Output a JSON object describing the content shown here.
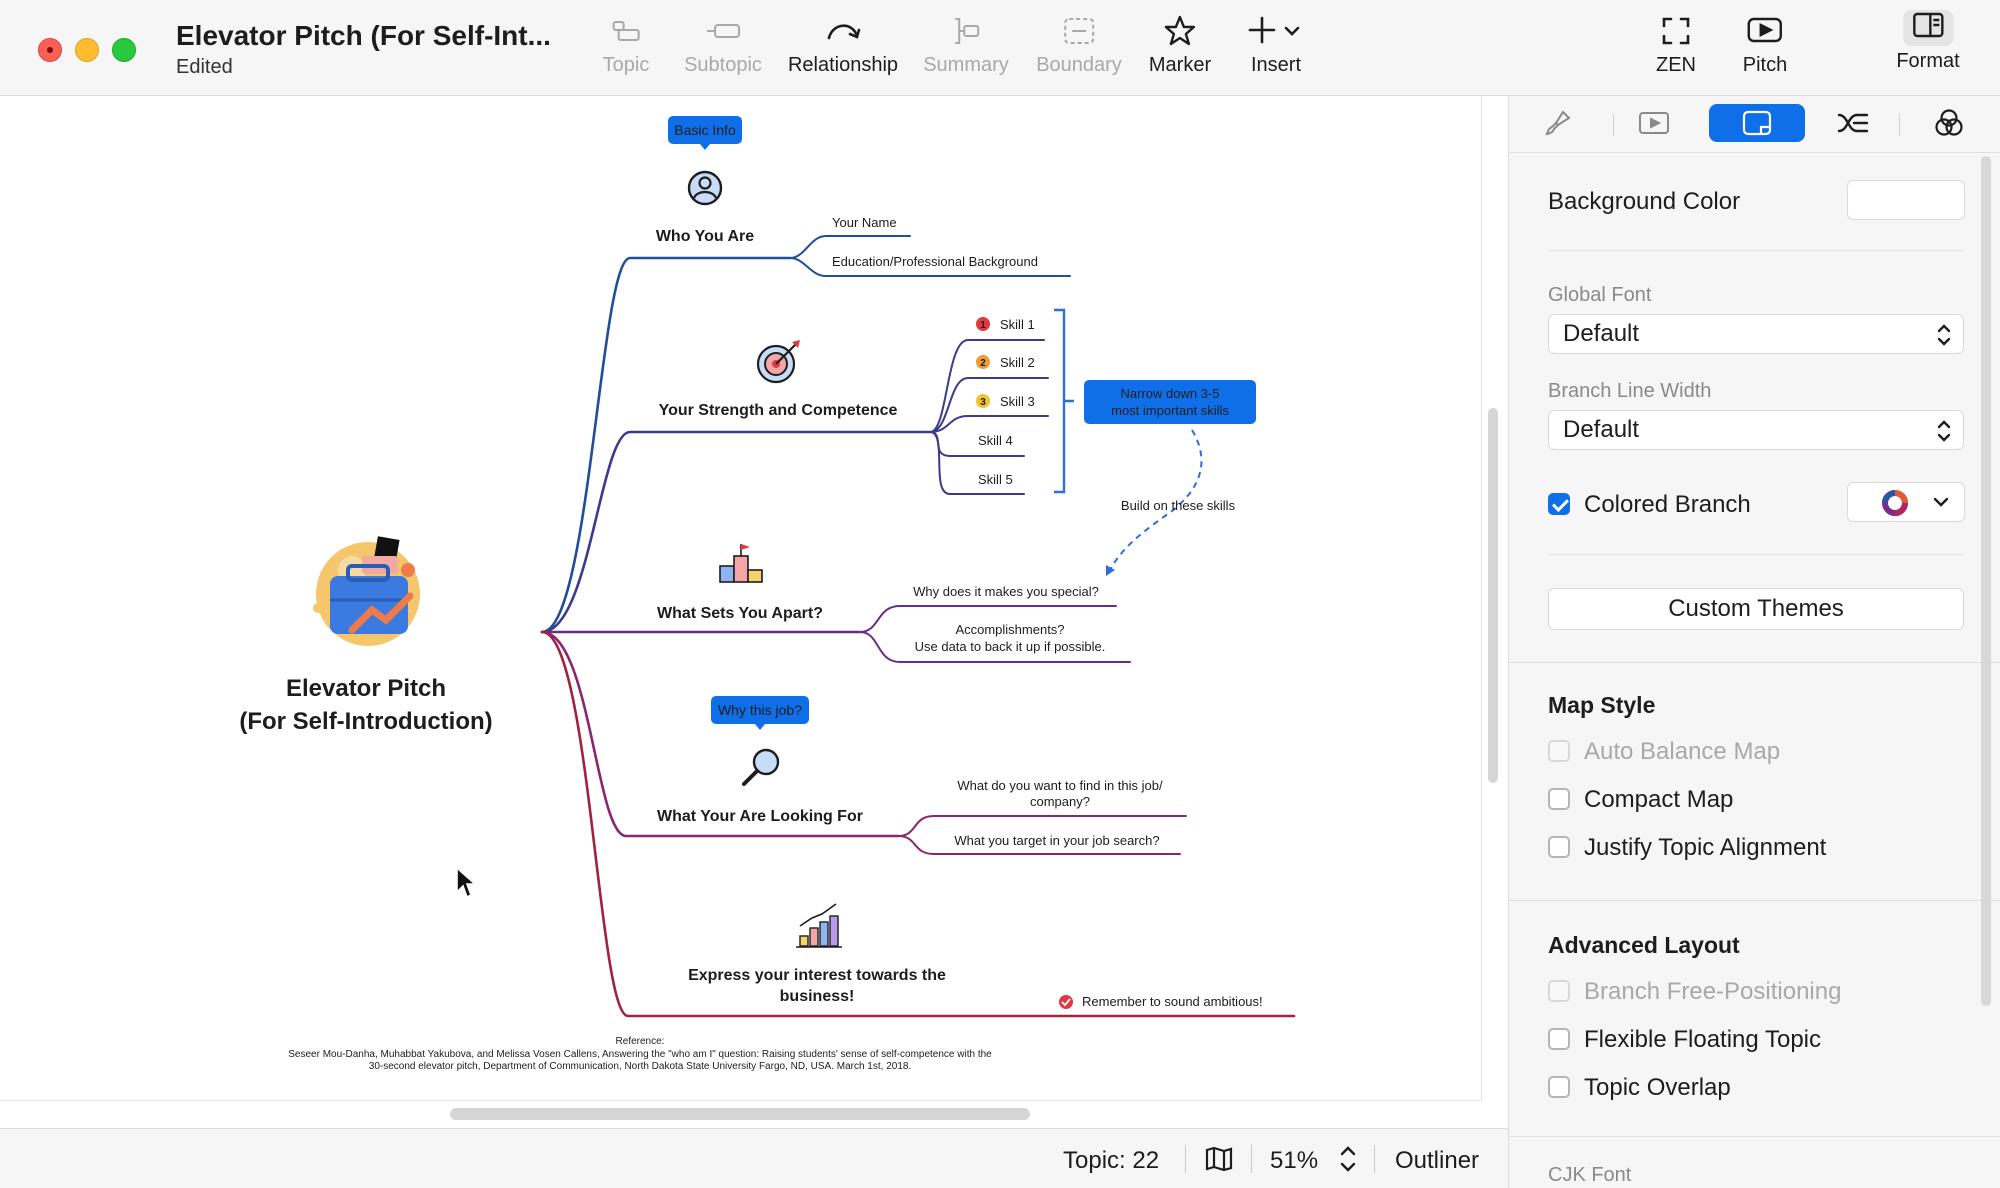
{
  "window": {
    "title": "Elevator Pitch (For Self-Int...",
    "status": "Edited"
  },
  "toolbar": {
    "topic": "Topic",
    "subtopic": "Subtopic",
    "relationship": "Relationship",
    "summary": "Summary",
    "boundary": "Boundary",
    "marker": "Marker",
    "insert": "Insert",
    "zen": "ZEN",
    "pitch": "Pitch",
    "format": "Format"
  },
  "map": {
    "central": {
      "line1": "Elevator Pitch",
      "line2": "(For Self-Introduction)"
    },
    "branches": {
      "who": {
        "label": "Who You Are",
        "callout": "Basic Info",
        "children": [
          "Your Name",
          "Education/Professional Background"
        ]
      },
      "strength": {
        "label": "Your Strength and Competence",
        "skills": [
          "Skill 1",
          "Skill 2",
          "Skill 3",
          "Skill 4",
          "Skill 5"
        ],
        "priorities": [
          "1",
          "2",
          "3"
        ],
        "summary": {
          "line1": "Narrow down 3-5",
          "line2": "most important skills"
        },
        "relationship": "Build on these skills"
      },
      "apart": {
        "label": "What Sets You Apart?",
        "children": [
          "Why does it makes you special?"
        ],
        "accomplish": {
          "line1": "Accomplishments?",
          "line2": "Use data to back it up if possible."
        }
      },
      "looking": {
        "label": "What Your Are Looking For",
        "callout": "Why this job?",
        "find": {
          "line1": "What do you want to find in this job/",
          "line2": "company?"
        },
        "target": "What you target in your job search?"
      },
      "express": {
        "label1": "Express your interest towards the",
        "label2": "business!",
        "child": "Remember to sound ambitious!"
      }
    },
    "reference": {
      "title": "Reference:",
      "line1": "Seseer Mou-Danha, Muhabbat Yakubova, and Melissa Vosen Callens, Answering the \"who am I\" question: Raising students' sense of self-competence with the",
      "line2": "30-second elevator pitch, Department of Communication, North Dakota State University Fargo, ND, USA. March 1st, 2018."
    },
    "colors": {
      "blue": "#1f4e9b",
      "indigo": "#3a3a8f",
      "purple": "#6a2c86",
      "magenta": "#8c2570",
      "crimson": "#a3213f",
      "callout": "#0f6fe8"
    }
  },
  "statusbar": {
    "topic_count": "Topic: 22",
    "zoom": "51%",
    "outliner": "Outliner"
  },
  "panel": {
    "background_color": "Background Color",
    "global_font": "Global Font",
    "global_font_value": "Default",
    "branch_line_width": "Branch Line Width",
    "branch_line_width_value": "Default",
    "colored_branch": "Colored Branch",
    "custom_themes": "Custom Themes",
    "map_style": "Map Style",
    "auto_balance": "Auto Balance Map",
    "compact_map": "Compact Map",
    "justify": "Justify Topic Alignment",
    "advanced_layout": "Advanced Layout",
    "branch_free": "Branch Free-Positioning",
    "flexible": "Flexible Floating Topic",
    "overlap": "Topic Overlap",
    "cjk_font": "CJK Font"
  }
}
